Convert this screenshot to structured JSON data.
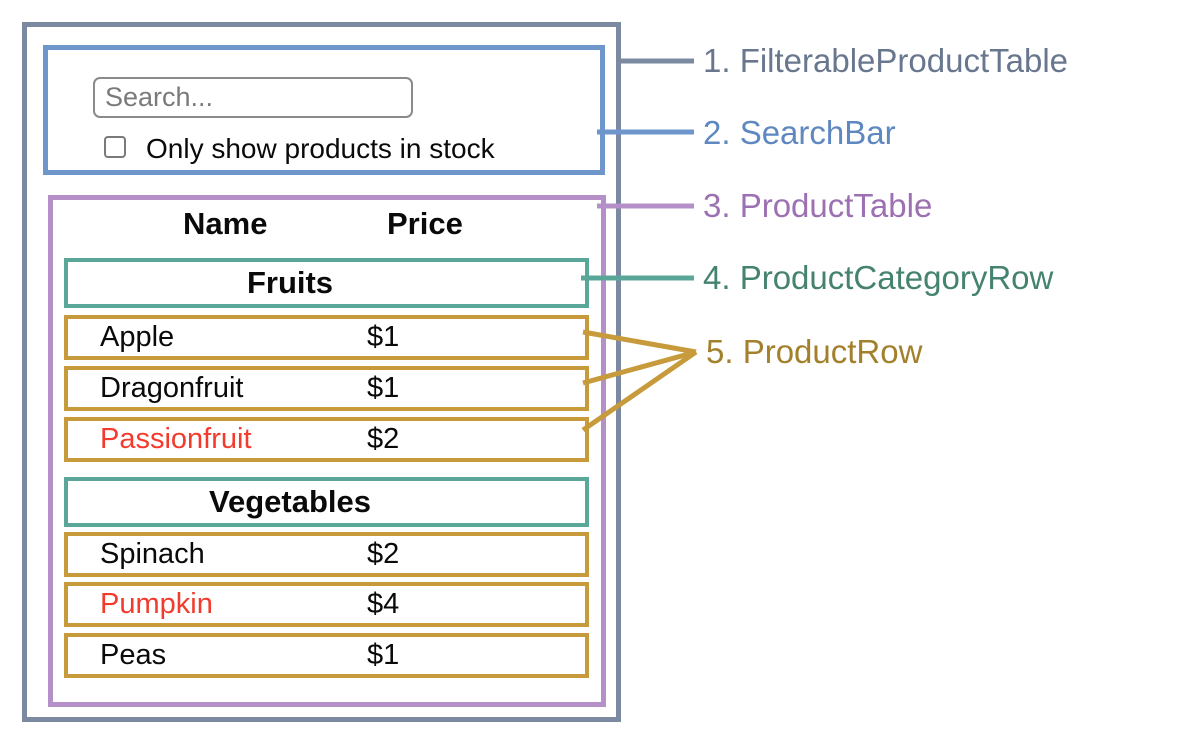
{
  "search_bar": {
    "placeholder": "Search...",
    "checkbox_label": "Only show products in stock",
    "checkbox_checked": false
  },
  "product_table": {
    "headers": {
      "name": "Name",
      "price": "Price"
    },
    "sections": [
      {
        "category": "Fruits",
        "rows": [
          {
            "name": "Apple",
            "price": "$1",
            "highlighted": false
          },
          {
            "name": "Dragonfruit",
            "price": "$1",
            "highlighted": false
          },
          {
            "name": "Passionfruit",
            "price": "$2",
            "highlighted": true
          }
        ]
      },
      {
        "category": "Vegetables",
        "rows": [
          {
            "name": "Spinach",
            "price": "$2",
            "highlighted": false
          },
          {
            "name": "Pumpkin",
            "price": "$4",
            "highlighted": true
          },
          {
            "name": "Peas",
            "price": "$1",
            "highlighted": false
          }
        ]
      }
    ]
  },
  "legend": {
    "items": [
      {
        "text": "1. FilterableProductTable",
        "color": "#68778e"
      },
      {
        "text": "2. SearchBar",
        "color": "#5f88c1"
      },
      {
        "text": "3. ProductTable",
        "color": "#9c70b2"
      },
      {
        "text": "4. ProductCategoryRow",
        "color": "#45826f"
      },
      {
        "text": "5. ProductRow",
        "color": "#a2802c"
      }
    ]
  },
  "colors": {
    "outer_border": "#7b89a1",
    "searchbar_border": "#6e96ca",
    "table_border": "#b48fc8",
    "category_border": "#5aa698",
    "row_border": "#c79b3b",
    "highlight_text": "#f23b2d",
    "text": "#0a0a0a",
    "placeholder_text": "#7a7a7a"
  }
}
